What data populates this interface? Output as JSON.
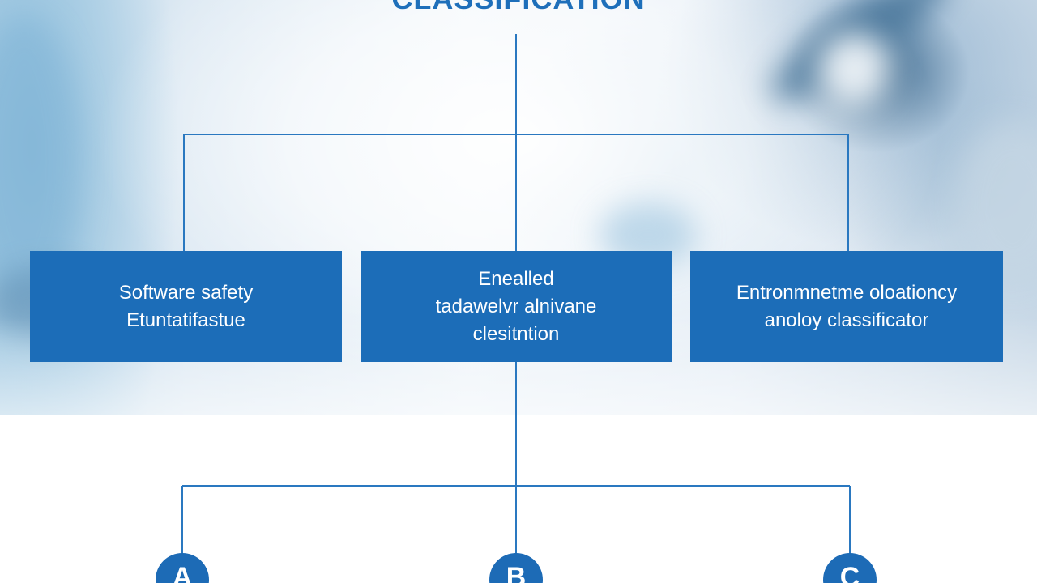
{
  "title": "CLASSIFICATION",
  "boxes": [
    {
      "lines": [
        "Software safety",
        "Etuntatifastue"
      ]
    },
    {
      "lines": [
        "Enealled",
        "tadawelvr alnivane",
        "clesitntion"
      ]
    },
    {
      "lines": [
        "Entronmnetme oloationcy",
        "anoloy classificator"
      ]
    }
  ],
  "badges": [
    "A",
    "B",
    "C"
  ],
  "colors": {
    "box_fill": "#1c6db8",
    "connector": "#2a78c0",
    "title": "#1e6fba"
  }
}
